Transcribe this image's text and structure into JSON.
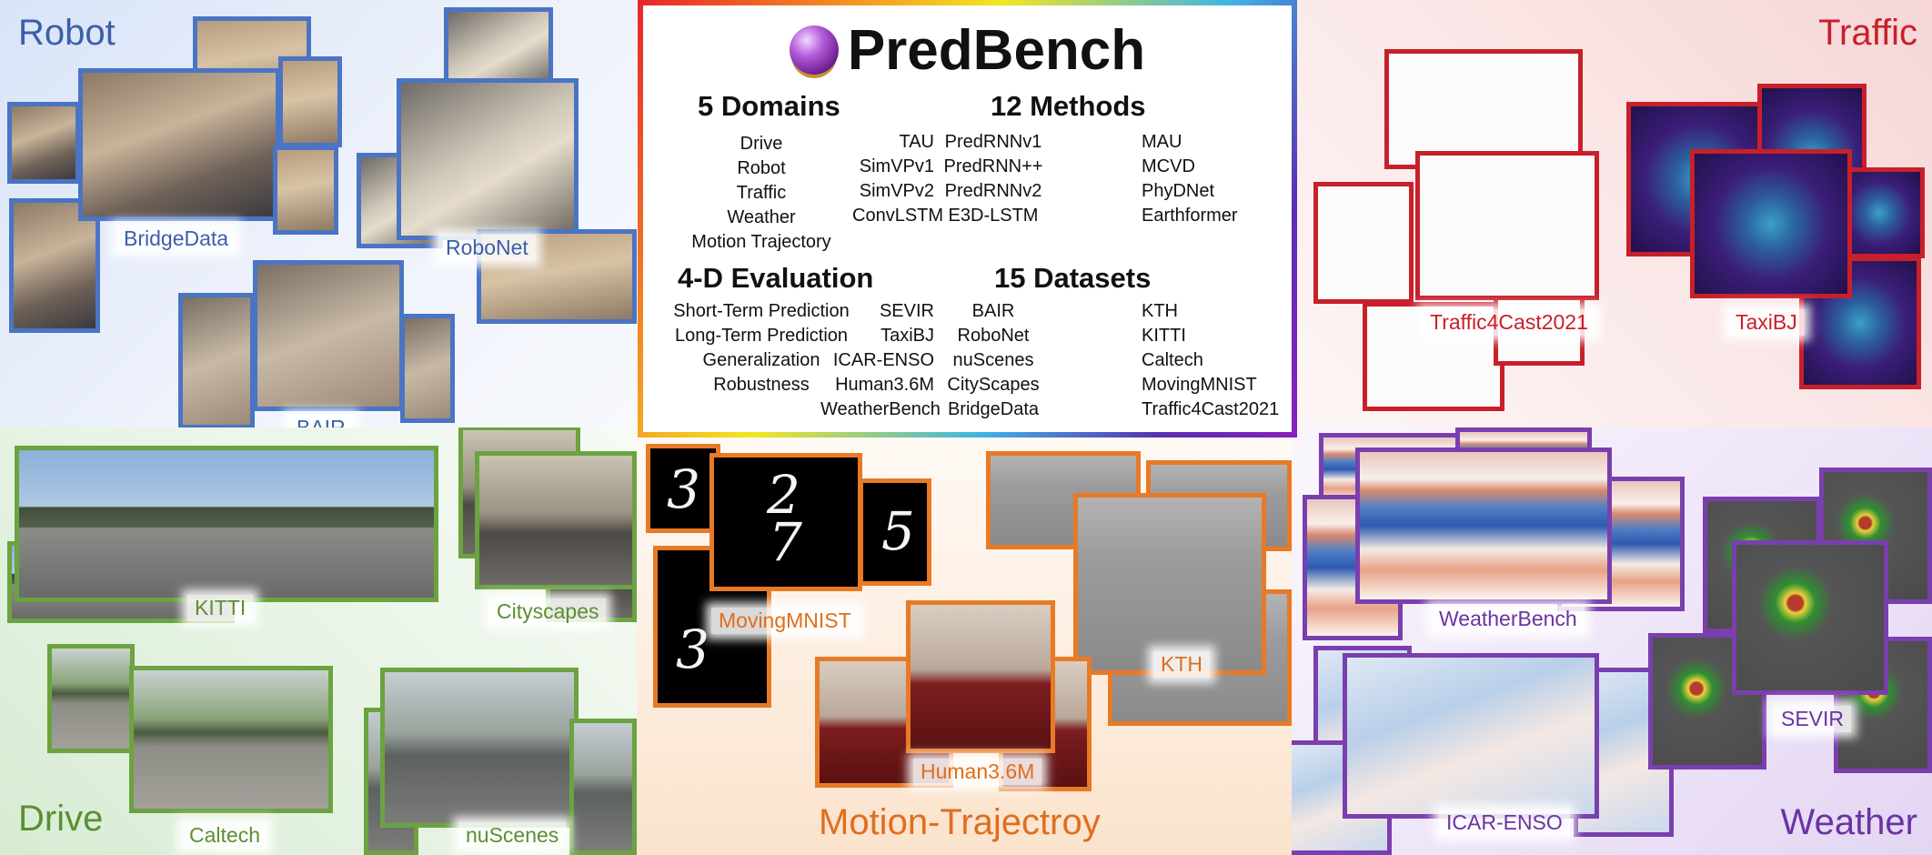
{
  "title": "PredBench",
  "colors": {
    "robot": "#3c5fa8",
    "traffic": "#c8202a",
    "drive": "#5b8f33",
    "motion": "#e06e1e",
    "weather": "#6a33a3"
  },
  "domains": {
    "robot": "Robot",
    "traffic": "Traffic",
    "drive": "Drive",
    "motion": "Motion-Trajectroy",
    "weather": "Weather"
  },
  "datasets": {
    "bridgedata": "BridgeData",
    "robonet": "RoboNet",
    "bair": "BAIR",
    "traffic4cast": "Traffic4Cast2021",
    "taxibj": "TaxiBJ",
    "kitti": "KITTI",
    "cityscapes": "Cityscapes",
    "caltech": "Caltech",
    "nuscenes": "nuScenes",
    "movingmnist": "MovingMNIST",
    "human36m": "Human3.6M",
    "kth": "KTH",
    "weatherbench": "WeatherBench",
    "icarenso": "ICAR-ENSO",
    "sevir": "SEVIR"
  },
  "mnist_digits": [
    "3",
    "2",
    "7",
    "5",
    "3"
  ],
  "card": {
    "domains_heading": "5 Domains",
    "domains_list": [
      "Drive",
      "Robot",
      "Traffic",
      "Weather",
      "Motion Trajectory"
    ],
    "methods_heading": "12 Methods",
    "methods_col1": [
      "TAU",
      "SimVPv1",
      "SimVPv2",
      "ConvLSTM"
    ],
    "methods_col2": [
      "PredRNNv1",
      "PredRNN++",
      "PredRNNv2",
      "E3D-LSTM"
    ],
    "methods_col3": [
      "MAU",
      "MCVD",
      "PhyDNet",
      "Earthformer"
    ],
    "eval_heading": "4-D Evaluation",
    "eval_list": [
      "Short-Term Prediction",
      "Long-Term Prediction",
      "Generalization",
      "Robustness"
    ],
    "datasets_heading": "15 Datasets",
    "datasets_col1": [
      "SEVIR",
      "TaxiBJ",
      "ICAR-ENSO",
      "Human3.6M",
      "WeatherBench"
    ],
    "datasets_col2": [
      "BAIR",
      "RoboNet",
      "nuScenes",
      "CityScapes",
      "BridgeData"
    ],
    "datasets_col3": [
      "KTH",
      "KITTI",
      "Caltech",
      "MovingMNIST",
      "Traffic4Cast2021"
    ]
  }
}
